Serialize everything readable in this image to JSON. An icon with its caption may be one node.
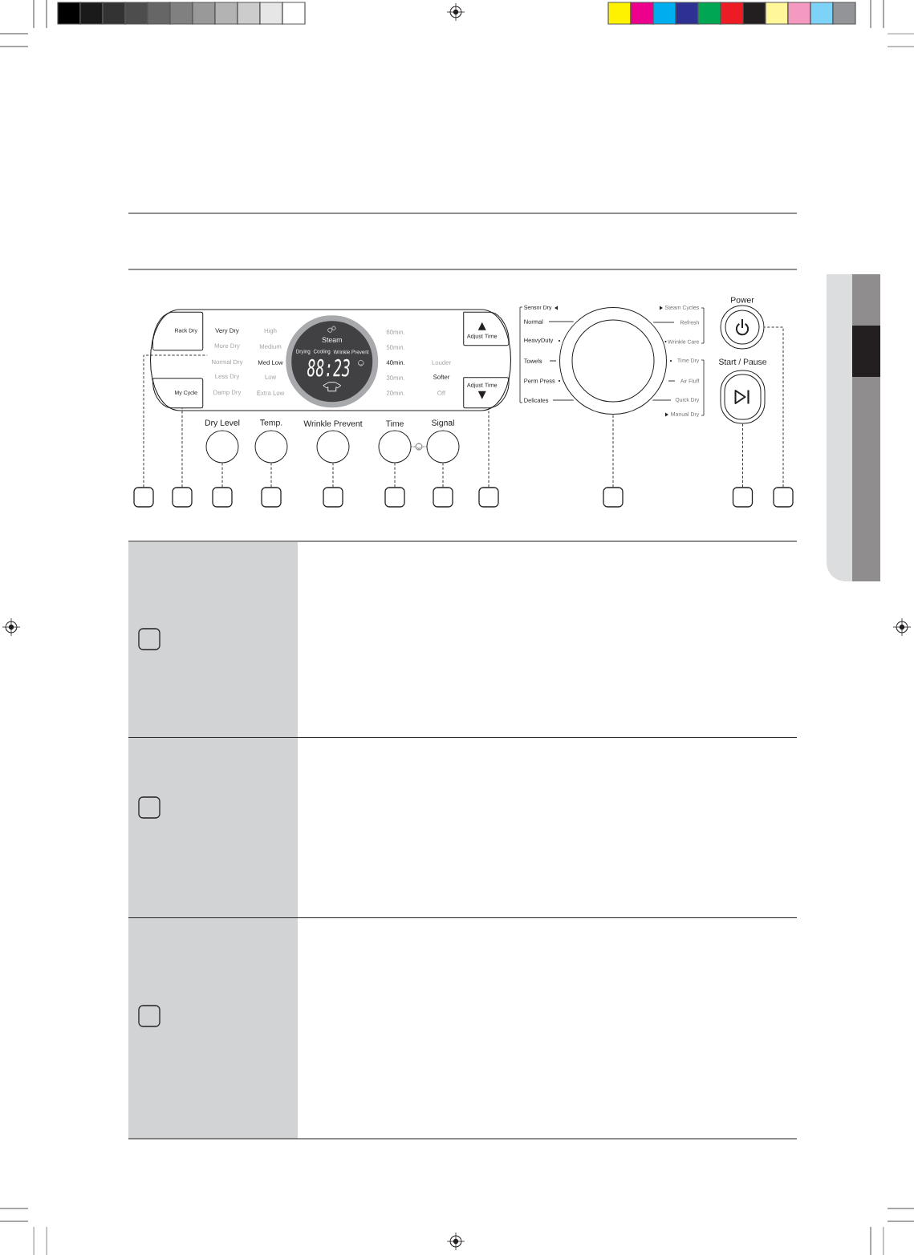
{
  "diagram": {
    "nodes": [
      {
        "text": [],
        "shape": "oval"
      },
      {
        "text": [
          "Rack Dry"
        ],
        "in": 0
      },
      {
        "text": [
          "My Cycle"
        ],
        "in": 0
      },
      {
        "text": [
          "Steam",
          "Drying",
          "Cooling",
          "Wrinkle Prevent",
          "88:23"
        ],
        "in": 0
      },
      {
        "text": [
          "Adjust Time"
        ],
        "in": 0
      },
      {
        "text": [
          "Adjust Time"
        ],
        "in": 0
      },
      {
        "text": [
          "Dry Level"
        ]
      },
      {
        "text": [
          "Temp."
        ]
      },
      {
        "text": [
          "Wrinkle Prevent"
        ]
      },
      {
        "text": [
          "Time"
        ]
      },
      {
        "text": [
          "Signal"
        ]
      },
      {
        "text": [],
        "shape": "circle"
      },
      {
        "text": [
          "Power"
        ]
      },
      {
        "text": [
          "Start / Pause"
        ]
      },
      {
        "text": [],
        "shape": "box"
      },
      {
        "text": [],
        "shape": "box"
      },
      {
        "text": [],
        "shape": "box"
      },
      {
        "text": [],
        "shape": "box"
      },
      {
        "text": [],
        "shape": "box"
      },
      {
        "text": [],
        "shape": "box"
      },
      {
        "text": [],
        "shape": "box"
      },
      {
        "text": [],
        "shape": "box"
      },
      {
        "text": [],
        "shape": "box"
      },
      {
        "text": [],
        "shape": "box"
      },
      {
        "text": [],
        "shape": "box"
      },
      {
        "text": [],
        "shape": "box"
      },
      {
        "text": [],
        "shape": "box"
      },
      {
        "text": [],
        "shape": "box"
      }
    ],
    "edges": [
      {
        "from": 14,
        "to": 0,
        "arrow": "none",
        "style": "dashed"
      },
      {
        "from": 15,
        "to": 2,
        "arrow": "none",
        "style": "dashed"
      },
      {
        "from": 16,
        "to": 6,
        "arrow": "none",
        "style": "dashed"
      },
      {
        "from": 17,
        "to": 7,
        "arrow": "none",
        "style": "dashed"
      },
      {
        "from": 18,
        "to": 8,
        "arrow": "none",
        "style": "dashed"
      },
      {
        "from": 19,
        "to": 9,
        "arrow": "none",
        "style": "dashed"
      },
      {
        "from": 20,
        "to": 10,
        "arrow": "none",
        "style": "dashed"
      },
      {
        "from": 21,
        "to": 5,
        "arrow": "none",
        "style": "dashed"
      },
      {
        "from": 22,
        "to": 11,
        "arrow": "none",
        "style": "dashed"
      },
      {
        "from": 23,
        "to": 13,
        "arrow": "none",
        "style": "dashed"
      },
      {
        "from": 24,
        "to": 12,
        "arrow": "none",
        "style": "dashed"
      },
      {
        "from": 9,
        "to": 10,
        "arrow": "none",
        "style": "dashed"
      }
    ],
    "labels": [
      "Very Dry",
      "More Dry",
      "Normal Dry",
      "Less Dry",
      "Damp Dry",
      "High",
      "Medium",
      "Med Low",
      "Low",
      "Extra Low",
      "60min.",
      "50min.",
      "40min.",
      "30min.",
      "20min.",
      "Louder",
      "Softer",
      "Off",
      "Sensor Dry",
      "Normal",
      "HeavyDuty",
      "Towels",
      "Perm Press",
      "Delicates",
      "Steam Cycles",
      "Refresh",
      "Wrinkle Care",
      "Time Dry",
      "Air Fluff",
      "Quick Dry",
      "Manual Dry"
    ]
  }
}
